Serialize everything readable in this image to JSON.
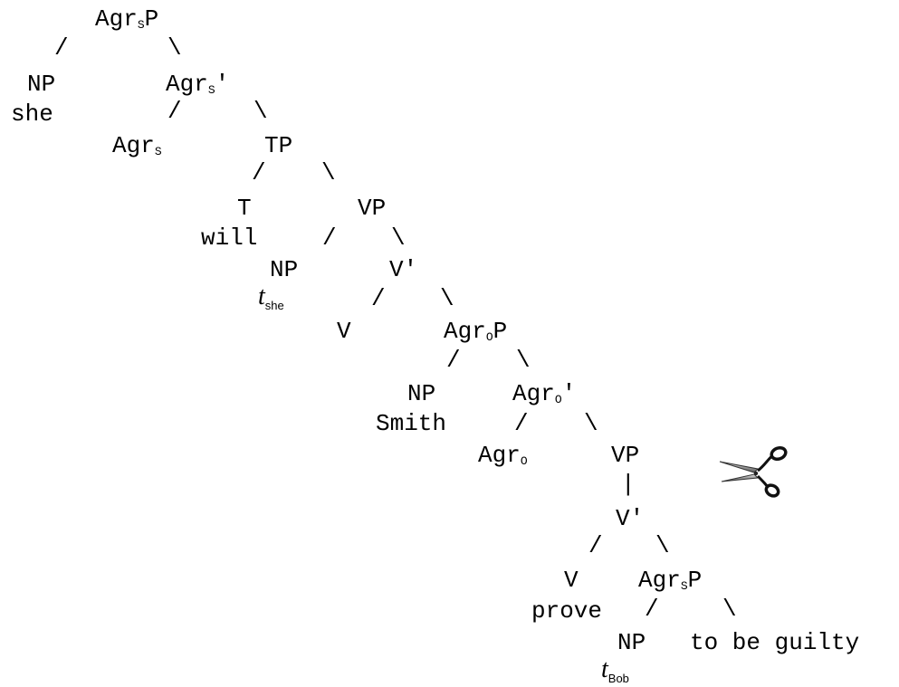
{
  "tree": {
    "agrsp_root": {
      "base": "Agr",
      "sub": "S",
      "tail": "P"
    },
    "root_left_branch": "/",
    "root_right_branch": "\\",
    "np_she": "NP",
    "she": "she",
    "agrs_bar": {
      "base": "Agr",
      "sub": "S",
      "tail": "'"
    },
    "agrs_bar_left_branch": "/",
    "agrs_bar_right_branch": "\\",
    "agrs_head": {
      "base": "Agr",
      "sub": "S"
    },
    "tp": "TP",
    "tp_left_branch": "/",
    "tp_right_branch": "\\",
    "t_head": "T",
    "will": "will",
    "vp_upper": "VP",
    "vp_upper_left_branch": "/",
    "vp_upper_right_branch": "\\",
    "np_trace_she": "NP",
    "trace_she": {
      "base": "t",
      "sub": "she"
    },
    "v_bar_upper": "V'",
    "v_bar_upper_left_branch": "/",
    "v_bar_upper_right_branch": "\\",
    "v_upper": "V",
    "agrop": {
      "base": "Agr",
      "sub": "O",
      "tail": "P"
    },
    "agrop_left_branch": "/",
    "agrop_right_branch": "\\",
    "np_smith": "NP",
    "smith": "Smith",
    "agro_bar": {
      "base": "Agr",
      "sub": "O",
      "tail": "'"
    },
    "agro_bar_left_branch": "/",
    "agro_bar_right_branch": "\\",
    "agro_head": {
      "base": "Agr",
      "sub": "O"
    },
    "vp_lower": "VP",
    "vp_lower_branch": "|",
    "v_bar_lower": "V'",
    "v_bar_lower_left_branch": "/",
    "v_bar_lower_right_branch": "\\",
    "v_lower": "V",
    "prove": "prove",
    "agrsp_lower": {
      "base": "Agr",
      "sub": "S",
      "tail": "P"
    },
    "agrsp_lower_left_branch": "/",
    "agrsp_lower_right_branch": "\\",
    "np_bob": "NP",
    "to_be_guilty": "to be guilty",
    "trace_bob": {
      "base": "t",
      "sub": "Bob"
    }
  },
  "icons": {
    "scissors": "scissors-icon"
  }
}
